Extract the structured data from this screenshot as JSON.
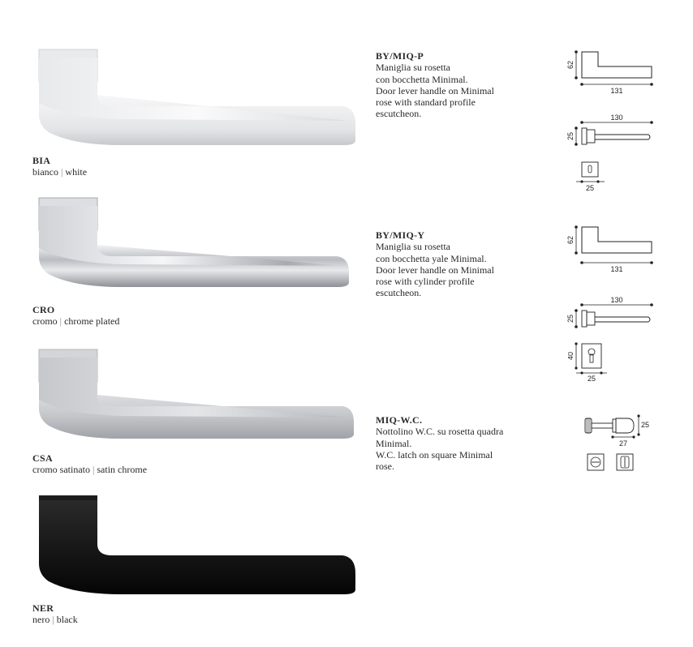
{
  "finishes": [
    {
      "code": "BIA",
      "name_it": "bianco",
      "name_en": "white",
      "color": "#e6e7e9"
    },
    {
      "code": "CRO",
      "name_it": "cromo",
      "name_en": "chrome plated",
      "color": "#c9ccd1"
    },
    {
      "code": "CSA",
      "name_it": "cromo satinato",
      "name_en": "satin chrome",
      "color": "#bfc1c4"
    },
    {
      "code": "NER",
      "name_it": "nero",
      "name_en": "black",
      "color": "#141414"
    }
  ],
  "separator": "|",
  "models": [
    {
      "code": "BY/MIQ-P",
      "lines": [
        "Maniglia su rosetta",
        "con bocchetta Minimal.",
        "Door lever handle on Minimal",
        "rose with standard profile",
        "escutcheon."
      ]
    },
    {
      "code": "BY/MIQ-Y",
      "lines": [
        "Maniglia su rosetta",
        "con bocchetta yale Minimal.",
        "Door lever handle on Minimal",
        "rose with cylinder profile",
        "escutcheon."
      ]
    },
    {
      "code": "MIQ-W.C.",
      "lines": [
        "Nottolino W.C. su rosetta quadra",
        "Minimal.",
        "W.C. latch on square Minimal",
        "rose."
      ]
    }
  ],
  "dims": {
    "p_height": "62",
    "p_length": "131",
    "p_proj": "130",
    "p_rose": "25",
    "p_esc": "25",
    "y_height": "62",
    "y_length": "131",
    "y_proj": "130",
    "y_rose": "25",
    "y_esc_h": "40",
    "y_esc_w": "25",
    "wc_h": "25",
    "wc_w": "27"
  }
}
